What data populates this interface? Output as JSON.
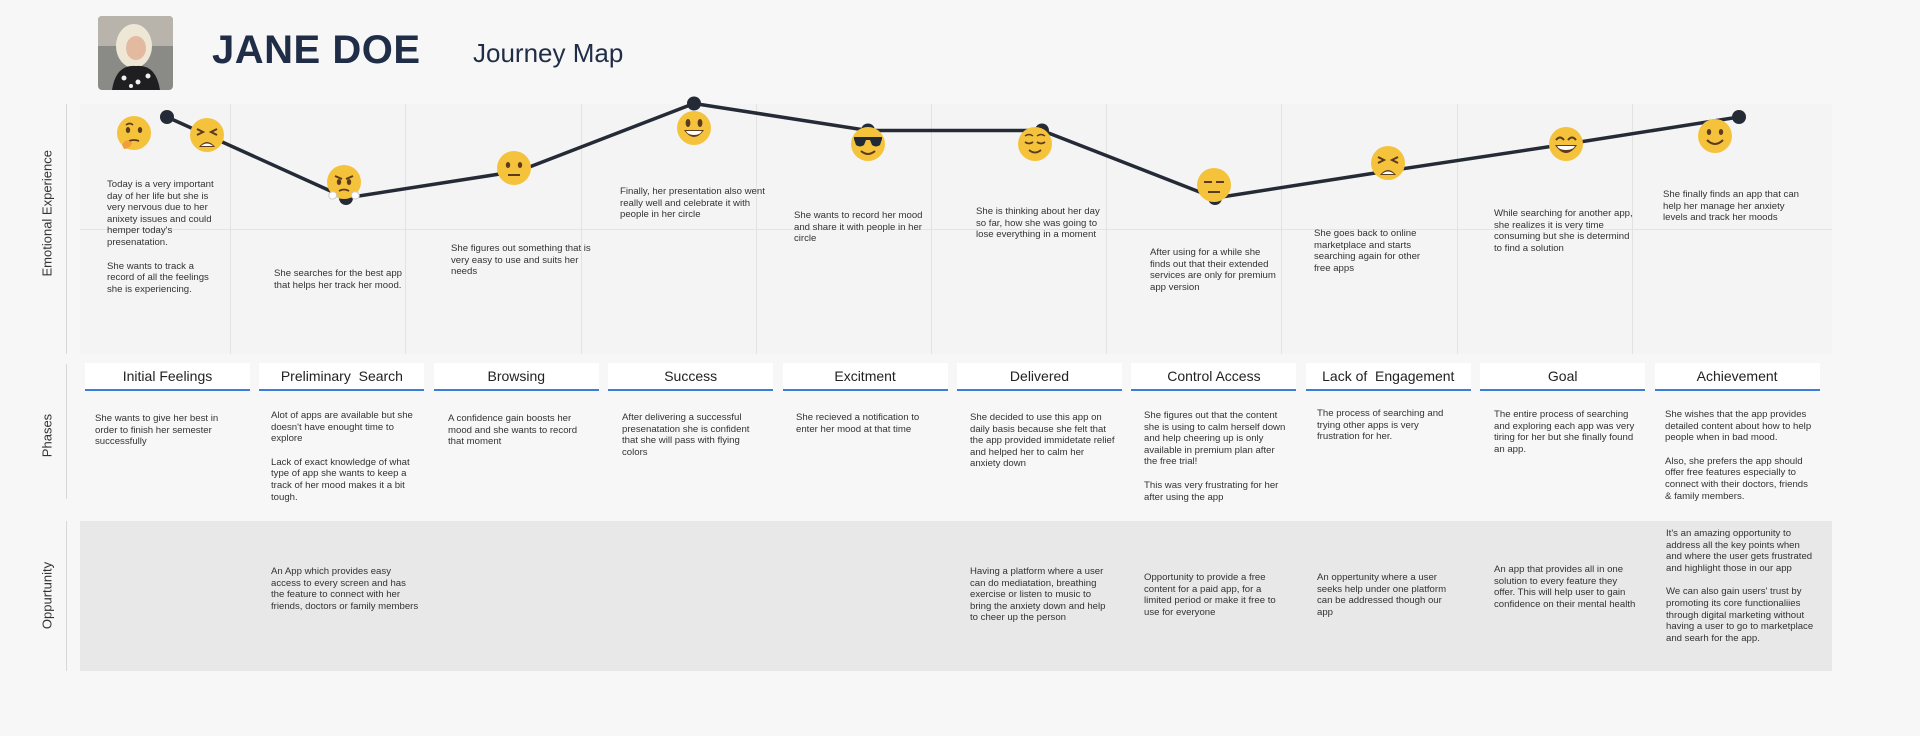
{
  "header": {
    "name": "JANE DOE",
    "subtitle": "Journey Map"
  },
  "rows": {
    "emotional": "Emotional Experience",
    "phases": "Phases",
    "opportunity": "Oppurtunity"
  },
  "colors": {
    "line": "#252b36",
    "accent": "#3b7dd8",
    "emoji": "#f5c23b"
  },
  "stages": [
    {
      "emoji": "thinking-face",
      "emotion_text": [
        "Today is a very important day of her life but she is very nervous due to her anixety issues and could hemper today's presenatation.",
        "She wants to track a record of all the feelings she is experiencing."
      ],
      "phase": "Initial Feelings",
      "phase_text": [
        "She wants to give her best in order to finish her semester successfully"
      ],
      "opportunity_text": []
    },
    {
      "emoji": "steam-face",
      "emotion_text": [
        "She searches for the best app that helps her track her mood."
      ],
      "phase": "Preliminary  Search",
      "phase_text": [
        "Alot of apps are available but she doesn't have enought time to explore",
        "Lack of exact knowledge of what type of app she wants to keep a track of her mood makes it a bit tough."
      ],
      "opportunity_text": [
        "An App which provides easy access to every screen and has the feature to connect with her friends, doctors or family members"
      ]
    },
    {
      "emoji": "neutral-face",
      "emotion_text": [
        "She figures out something that is very easy to use and suits her needs"
      ],
      "phase": "Browsing",
      "phase_text": [
        "A confidence gain boosts her mood and she wants to record that moment"
      ],
      "opportunity_text": []
    },
    {
      "emoji": "grinning-face",
      "emotion_text": [
        "Finally, her presentation also went really well and celebrate it with people in her circle"
      ],
      "phase": "Success",
      "phase_text": [
        "After delivering a successful presenatation she is confident that she will pass with flying colors"
      ],
      "opportunity_text": []
    },
    {
      "emoji": "sunglasses-face",
      "emotion_text": [
        "She wants to record her mood and share it with people in her circle"
      ],
      "phase": "Excitment",
      "phase_text": [
        "She recieved a notification to enter her mood at that time"
      ],
      "opportunity_text": []
    },
    {
      "emoji": "relieved-face",
      "emotion_text": [
        "She is thinking about her day so far, how she was going to lose everything in a moment"
      ],
      "phase": "Delivered",
      "phase_text": [
        "She decided to use this app on daily basis because she felt that the app provided immidetate relief and helped her to calm her anxiety down"
      ],
      "opportunity_text": [
        "Having a  platform where a user can do mediatation, breathing exercise or listen to music to bring the anxiety down and help to cheer up the person"
      ]
    },
    {
      "emoji": "expressionless-face",
      "emotion_text": [
        "After using for a while she finds out that their extended services are only for premium app version"
      ],
      "phase": "Control Access",
      "phase_text": [
        "She figures out that the content she is using to calm herself down and help cheering up is only available in premium plan after the free trial!",
        "This was very frustrating for her after using the app"
      ],
      "opportunity_text": [
        "Opportunity to provide a free content for a paid app, for a limited period or make it free to use for everyone"
      ]
    },
    {
      "emoji": "tired-face",
      "emotion_text": [
        "She goes back to online marketplace and starts searching again for other free apps"
      ],
      "phase": "Lack of  Engagement",
      "phase_text": [
        "The process of searching and trying other apps is very frustration for her."
      ],
      "opportunity_text": [
        "An oppertunity where a user seeks help under one platform can be addressed though our app"
      ]
    },
    {
      "emoji": "beaming-face",
      "emotion_text": [
        "While searching for another app, she realizes it is very time consuming  but she is determind to find a solution"
      ],
      "phase": "Goal",
      "phase_text": [
        "The entire process of searching and exploring each app was very tiring for her but she finally found an app."
      ],
      "opportunity_text": [
        "An app that provides all in one solution to every feature they offer. This will help user to gain confidence on their mental health"
      ]
    },
    {
      "emoji": "smiling-face",
      "emotion_text": [
        "She finally finds an app that can help her manage her anxiety levels and track her moods"
      ],
      "phase": "Achievement",
      "phase_text": [
        "She wishes that the app provides detailed content about how to help people when in bad mood.",
        "Also, she prefers the app should offer free features especially to connect with their doctors, friends & family members."
      ],
      "opportunity_text": [
        "It's an amazing opportunity to address all the key points when and where the user gets frustrated and highlight those in our app",
        "We can also gain users' trust by promoting its core functionaliies through digital marketing without having a user to go to marketplace and searh for the app."
      ]
    },
    {
      "emoji": "tired-face",
      "emotion_text": [],
      "phase": "",
      "phase_text": [],
      "opportunity_text": []
    }
  ],
  "chart_data": {
    "type": "line",
    "x": [
      "Initial Feelings",
      "Preliminary  Search",
      "Browsing",
      "Success",
      "Excitment",
      "Delivered",
      "Control Access",
      "Lack of  Engagement",
      "Goal",
      "Achievement"
    ],
    "series": [
      {
        "values": [
          4,
          1,
          2,
          4.5,
          3.5,
          3.5,
          1,
          2,
          3,
          4
        ]
      }
    ],
    "ylim": [
      0,
      5
    ]
  }
}
